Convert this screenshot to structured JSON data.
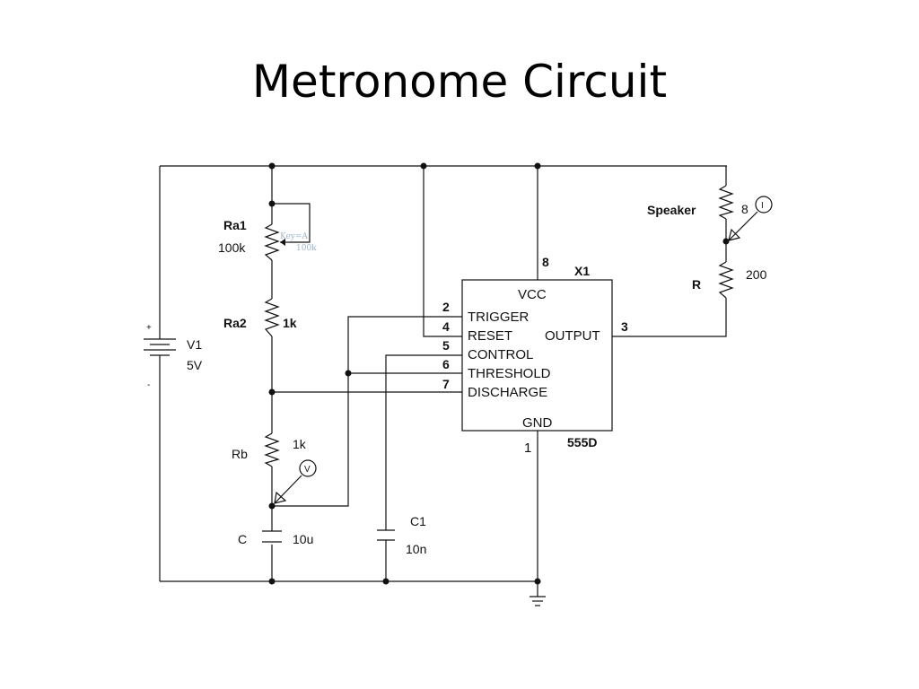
{
  "title": "Metronome Circuit",
  "components": {
    "v1": {
      "name": "V1",
      "value": "5V",
      "plus": "+",
      "minus": "-"
    },
    "ra1": {
      "name": "Ra1",
      "value": "100k",
      "faint_a": "Key=A",
      "faint_b": "100k"
    },
    "ra2": {
      "name": "Ra2",
      "value": "1k"
    },
    "rb": {
      "name": "Rb",
      "value": "1k"
    },
    "c": {
      "name": "C",
      "value": "10u"
    },
    "c1": {
      "name": "C1",
      "value": "10n"
    },
    "speaker": {
      "name": "Speaker",
      "value": "8"
    },
    "r": {
      "name": "R",
      "value": "200"
    },
    "voltmeter": {
      "symbol": "V"
    },
    "ammeter": {
      "symbol": "I"
    }
  },
  "ic": {
    "ref": "X1",
    "part": "555D",
    "vcc": "VCC",
    "gnd": "GND",
    "pins": {
      "trigger": {
        "label": "TRIGGER",
        "num": "2"
      },
      "reset": {
        "label": "RESET",
        "num": "4"
      },
      "control": {
        "label": "CONTROL",
        "num": "5"
      },
      "threshold": {
        "label": "THRESHOLD",
        "num": "6"
      },
      "discharge": {
        "label": "DISCHARGE",
        "num": "7"
      },
      "output": {
        "label": "OUTPUT",
        "num": "3"
      },
      "vcc": {
        "num": "8"
      },
      "gnd": {
        "num": "1"
      }
    }
  }
}
